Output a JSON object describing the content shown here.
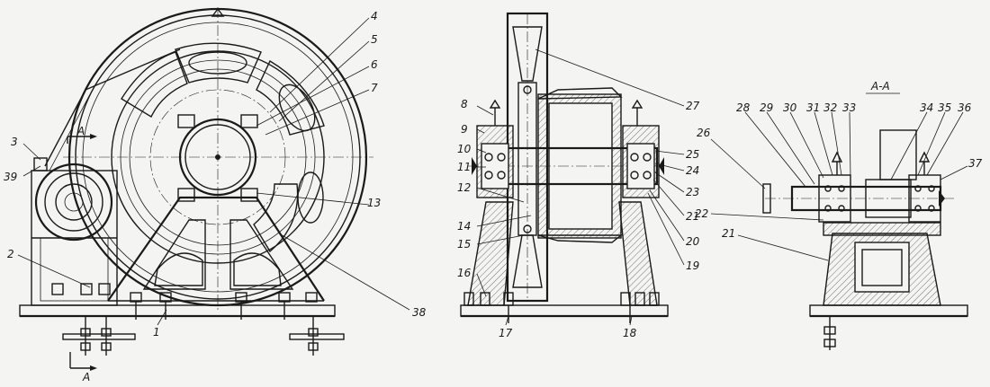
{
  "section_title": "A-A",
  "section_marks": {
    "top": "A",
    "bottom": "A"
  },
  "left_view_labels": [
    "4",
    "5",
    "6",
    "7",
    "13",
    "38",
    "1",
    "2",
    "39",
    "3"
  ],
  "middle_view_labels": [
    "8",
    "9",
    "10",
    "11",
    "12",
    "14",
    "15",
    "16",
    "17",
    "18",
    "19",
    "20",
    "21",
    "23",
    "24",
    "25",
    "27"
  ],
  "right_view_labels": [
    "26",
    "22",
    "28",
    "29",
    "30",
    "31",
    "32",
    "33",
    "34",
    "35",
    "36",
    "37"
  ]
}
